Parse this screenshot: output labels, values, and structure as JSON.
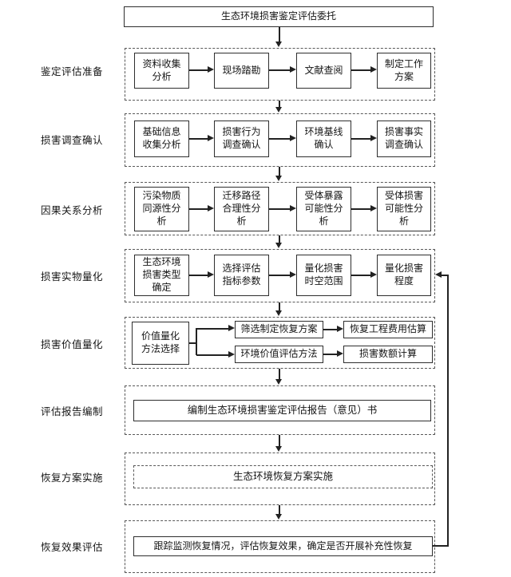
{
  "colors": {
    "background": "#ffffff",
    "line": "#222222",
    "text": "#151515",
    "dashed_border": "#585858"
  },
  "flow": {
    "commission_box": "生态环境损害鉴定评估委托",
    "stages": [
      {
        "label": "鉴定评估准备",
        "steps": [
          "资料收集分析",
          "现场踏勘",
          "文献查阅",
          "制定工作方案"
        ]
      },
      {
        "label": "损害调查确认",
        "steps": [
          "基础信息收集分析",
          "损害行为调查确认",
          "环境基线确认",
          "损害事实调查确认"
        ]
      },
      {
        "label": "因果关系分析",
        "steps": [
          "污染物质同源性分析",
          "迁移路径合理性分析",
          "受体暴露可能性分析",
          "受体损害可能性分析"
        ]
      },
      {
        "label": "损害实物量化",
        "steps": [
          "生态环境损害类型确定",
          "选择评估指标参数",
          "量化损害时空范围",
          "量化损害程度"
        ]
      },
      {
        "label": "损害价值量化",
        "method_box": "价值量化方法选择",
        "branch_top": [
          "筛选制定恢复方案",
          "恢复工程费用估算"
        ],
        "branch_bottom": [
          "环境价值评估方法",
          "损害数额计算"
        ]
      },
      {
        "label": "评估报告编制",
        "box": "编制生态环境损害鉴定评估报告（意见）书"
      },
      {
        "label": "恢复方案实施",
        "box": "生态环境恢复方案实施"
      },
      {
        "label": "恢复效果评估",
        "box": "跟踪监测恢复情况，评估恢复效果，确定是否开展补充性恢复"
      }
    ]
  }
}
